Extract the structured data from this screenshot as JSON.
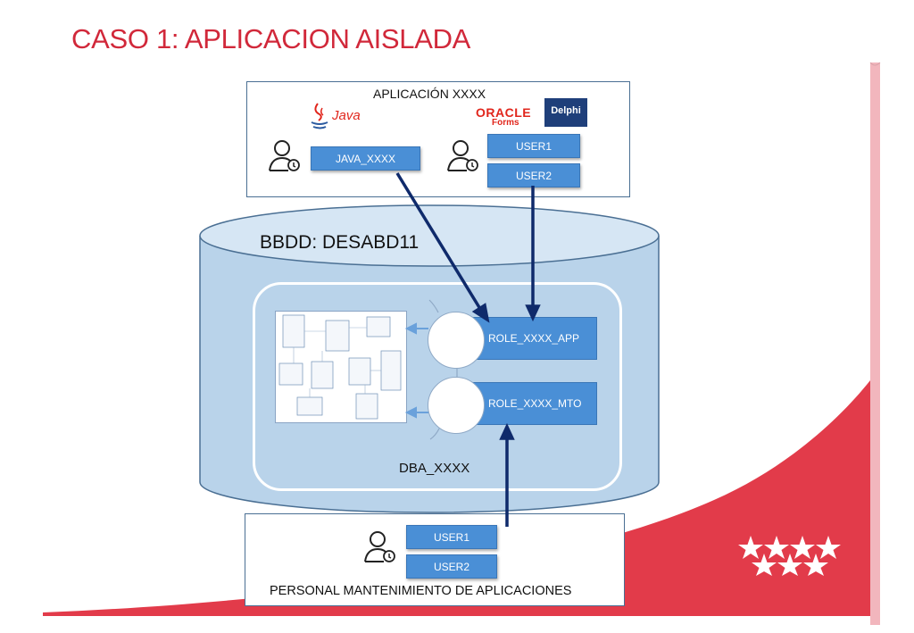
{
  "title": "CASO 1: APLICACION AISLADA",
  "app_box": {
    "label": "APLICACIÓN XXXX",
    "java_logo_text": "Java",
    "oracle_logo_text": "ORACLE",
    "oracle_sub_text": "Forms",
    "delphi_logo_text": "Delphi",
    "java_user": "JAVA_XXXX",
    "users": [
      "USER1",
      "USER2"
    ]
  },
  "database": {
    "label": "BBDD: DESABD11",
    "schema_owner": "DBA_XXXX",
    "roles": [
      "ROLE_XXXX_APP",
      "ROLE_XXXX_MTO"
    ]
  },
  "maintenance_box": {
    "users": [
      "USER1",
      "USER2"
    ],
    "label": "PERSONAL MANTENIMIENTO DE APLICACIONES"
  },
  "colors": {
    "title": "#d1283a",
    "accent_red": "#e23b4a",
    "button_blue": "#4a8fd6",
    "arrow_navy": "#0f2a6b",
    "db_fill": "#b9d3ea",
    "db_top": "#d6e6f4"
  },
  "icons": {
    "app_user_icon": "user-key-icon",
    "maintenance_user_icon": "user-key-icon",
    "stars": "madrid-stars-logo"
  }
}
